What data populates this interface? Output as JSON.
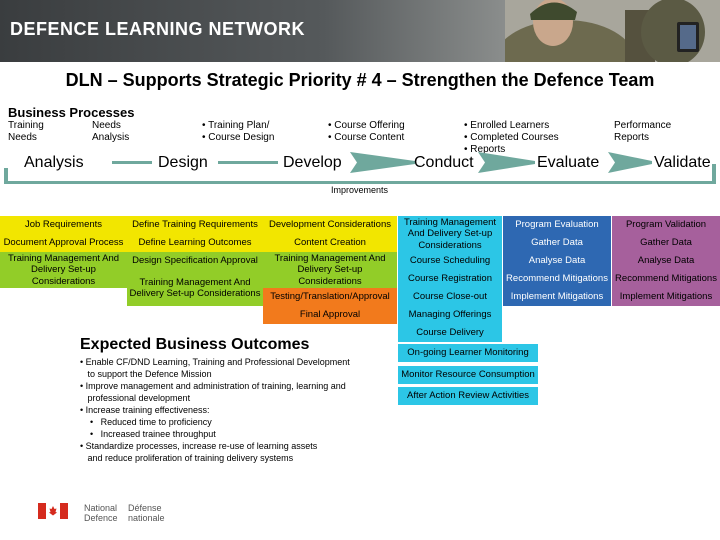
{
  "banner": {
    "title": "DEFENCE LEARNING NETWORK"
  },
  "slide_title": "DLN – Supports Strategic Priority # 4 – Strengthen the Defence Team",
  "business_processes": {
    "label": "Business Processes",
    "phase_inputs": [
      {
        "lines": [
          "Training",
          "Needs"
        ]
      },
      {
        "lines": [
          "Needs",
          "Analysis"
        ]
      },
      {
        "lines": [
          "• Training  Plan/",
          "• Course Design"
        ]
      },
      {
        "lines": [
          "• Course Offering",
          "• Course Content"
        ]
      },
      {
        "lines": [
          "• Enrolled Learners",
          "• Completed Courses",
          "• Reports"
        ]
      },
      {
        "lines": [
          "Performance",
          "Reports"
        ]
      }
    ],
    "phases": [
      "Analysis",
      "Design",
      "Develop",
      "Conduct",
      "Evaluate",
      "Validate"
    ],
    "improvements_label": "Improvements"
  },
  "columns": {
    "analysis": [
      "Job Requirements",
      "Document Approval Process",
      "Training Management And Delivery Set-up Considerations"
    ],
    "design": [
      "Define Training Requirements",
      "Define Learning Outcomes",
      "Design Specification Approval",
      "Training Management And Delivery Set-up Considerations"
    ],
    "develop": [
      "Development Considerations",
      "Content Creation",
      "Training Management And Delivery Set-up Considerations",
      "Testing/Translation/Approval",
      "Final Approval"
    ],
    "conduct": [
      "Training Management And Delivery Set-up Considerations",
      "Course Scheduling",
      "Course Registration",
      "Course Close-out",
      "Managing Offerings",
      "Course Delivery",
      "On-going Learner Monitoring",
      "Monitor Resource Consumption",
      "After Action Review Activities"
    ],
    "evaluate": [
      "Program Evaluation",
      "Gather Data",
      "Analyse Data",
      "Recommend Mitigations",
      "Implement Mitigations"
    ],
    "validate": [
      "Program Validation",
      "Gather Data",
      "Analyse Data",
      "Recommend Mitigations",
      "Implement Mitigations"
    ]
  },
  "outcomes": {
    "title": "Expected Business Outcomes",
    "lines": [
      "• Enable CF/DND Learning, Training and Professional Development",
      "   to support the Defence Mission",
      "• Improve management and administration of training, learning and",
      "   professional development",
      "• Increase training effectiveness:",
      "    •   Reduced time to proficiency",
      "    •   Increased trainee throughput",
      "• Standardize processes, increase re-use of learning assets",
      "   and reduce proliferation of training delivery systems"
    ]
  },
  "footer": {
    "gov_en": [
      "National",
      "Defence"
    ],
    "gov_fr": [
      "Défense",
      "nationale"
    ]
  },
  "colors": {
    "analysis": "#f2e600",
    "design": "#92cd28",
    "develop": "#f27a1c",
    "conduct": "#2cc6e6",
    "evaluate": "#2e68b2",
    "validate": "#a6609c",
    "arrow": "#6fa89d"
  }
}
